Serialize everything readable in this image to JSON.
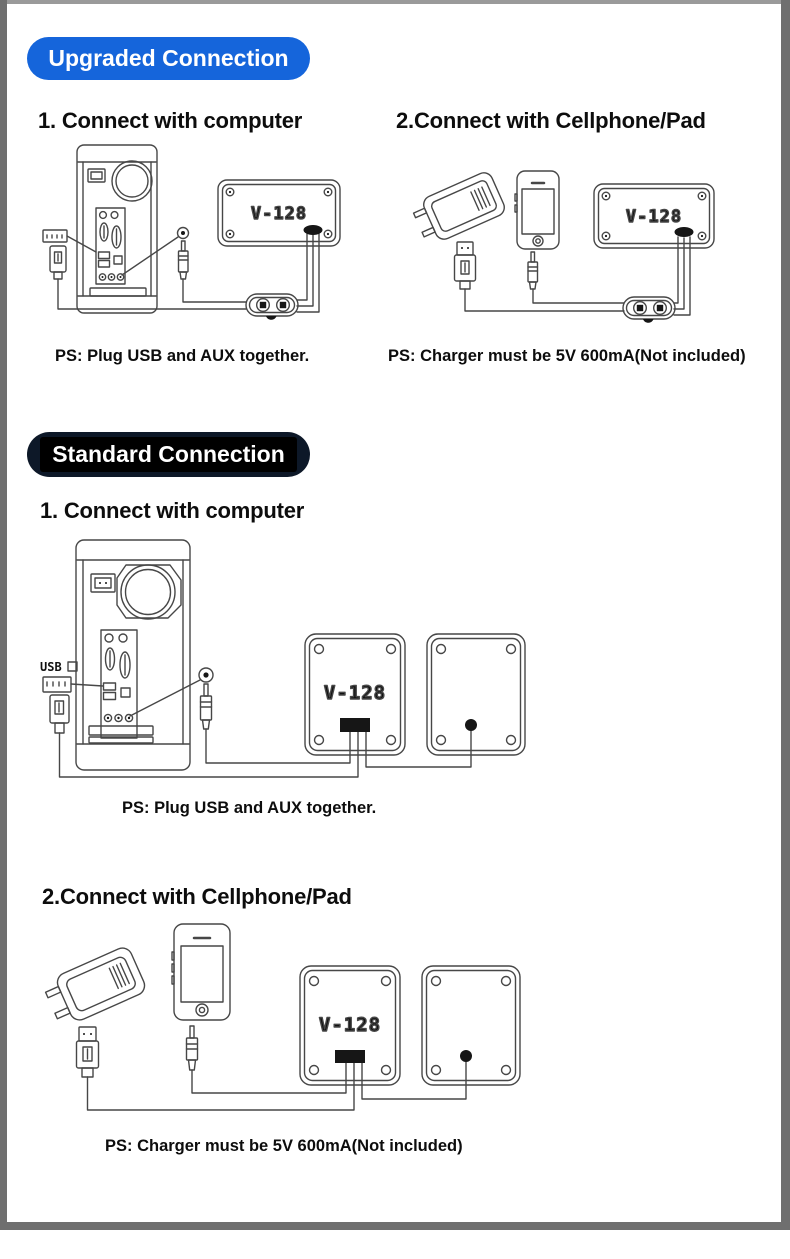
{
  "colors": {
    "accent_blue": "#1565db",
    "badge_dark": "#0d1828",
    "frame_gray": "#6f6f6f",
    "line_art": "#474747"
  },
  "sections": {
    "upgraded": {
      "badge": "Upgraded Connection",
      "computer": {
        "heading": "1. Connect with computer",
        "device_label": "V-128",
        "caption": "PS: Plug USB and AUX together."
      },
      "cellphone": {
        "heading": "2.Connect with Cellphone/Pad",
        "device_label": "V-128",
        "caption": "PS: Charger must be 5V 600mA(Not included)"
      }
    },
    "standard": {
      "badge": "Standard Connection",
      "computer": {
        "heading": "1. Connect with computer",
        "device_label": "V-128",
        "usb_label": "USB",
        "caption": "PS: Plug USB and AUX together."
      },
      "cellphone": {
        "heading": "2.Connect with Cellphone/Pad",
        "device_label": "V-128",
        "caption": "PS: Charger must be 5V 600mA(Not included)"
      }
    }
  }
}
